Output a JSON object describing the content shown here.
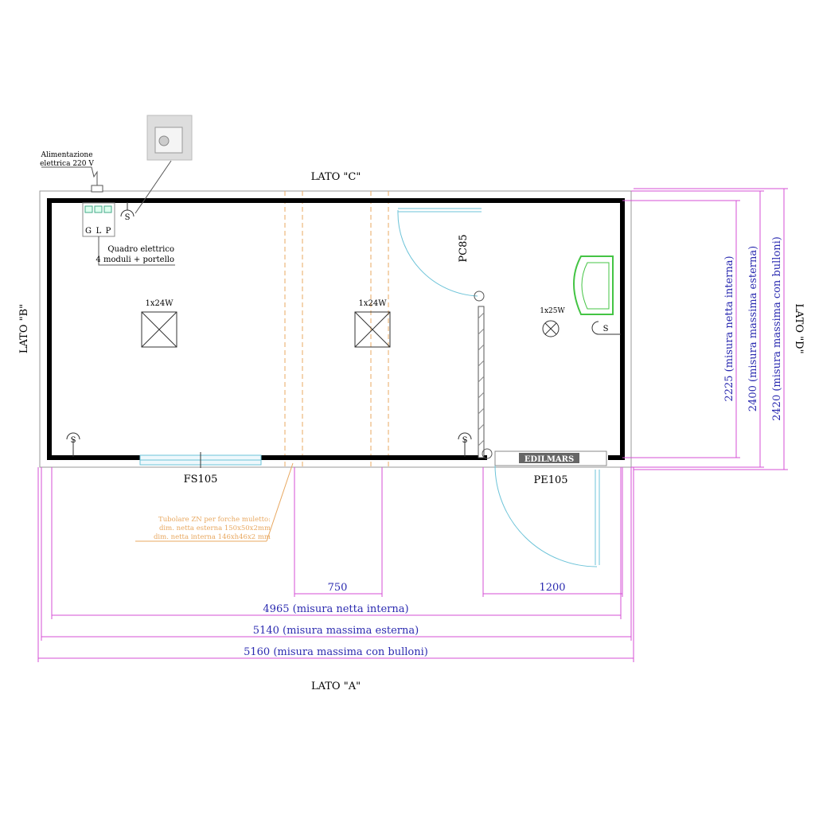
{
  "sides": {
    "top": "LATO \"C\"",
    "bottom": "LATO \"A\"",
    "left": "LATO \"B\"",
    "right": "LATO \"D\""
  },
  "power": {
    "line1": "Alimentazione",
    "line2": "elettrica 220 V"
  },
  "panel": {
    "modules": [
      "G",
      "L",
      "P"
    ],
    "line1": "Quadro elettrico",
    "line2": "4 moduli + portello"
  },
  "switch_label": "S",
  "lights": [
    "1x24W",
    "1x24W",
    "1x25W"
  ],
  "doors": {
    "internal": "PC85",
    "window": "FS105",
    "external": "PE105"
  },
  "logo_text": "EDILMARS",
  "tube_note": [
    "Tubolare ZN per forche muletto:",
    "dim. netta esterna 150x50x2mm",
    "dim. netta interna 146xh46x2 mm"
  ],
  "dimensions": {
    "d750": "750",
    "d1200": "1200",
    "d4965": "4965 (misura netta interna)",
    "d5140": "5140 (misura massima esterna)",
    "d5160": "5160 (misura massima con bulloni)",
    "d2225": "2225 (misura netta interna)",
    "d2400": "2400 (misura massima esterna)",
    "d2420": "2420 (misura massima con bulloni)"
  },
  "colors": {
    "dimension": "#d64fd6",
    "dim_text": "#2b2bb0",
    "door": "#6cc3d8",
    "tube": "#e8a860",
    "sink": "#44c444"
  }
}
